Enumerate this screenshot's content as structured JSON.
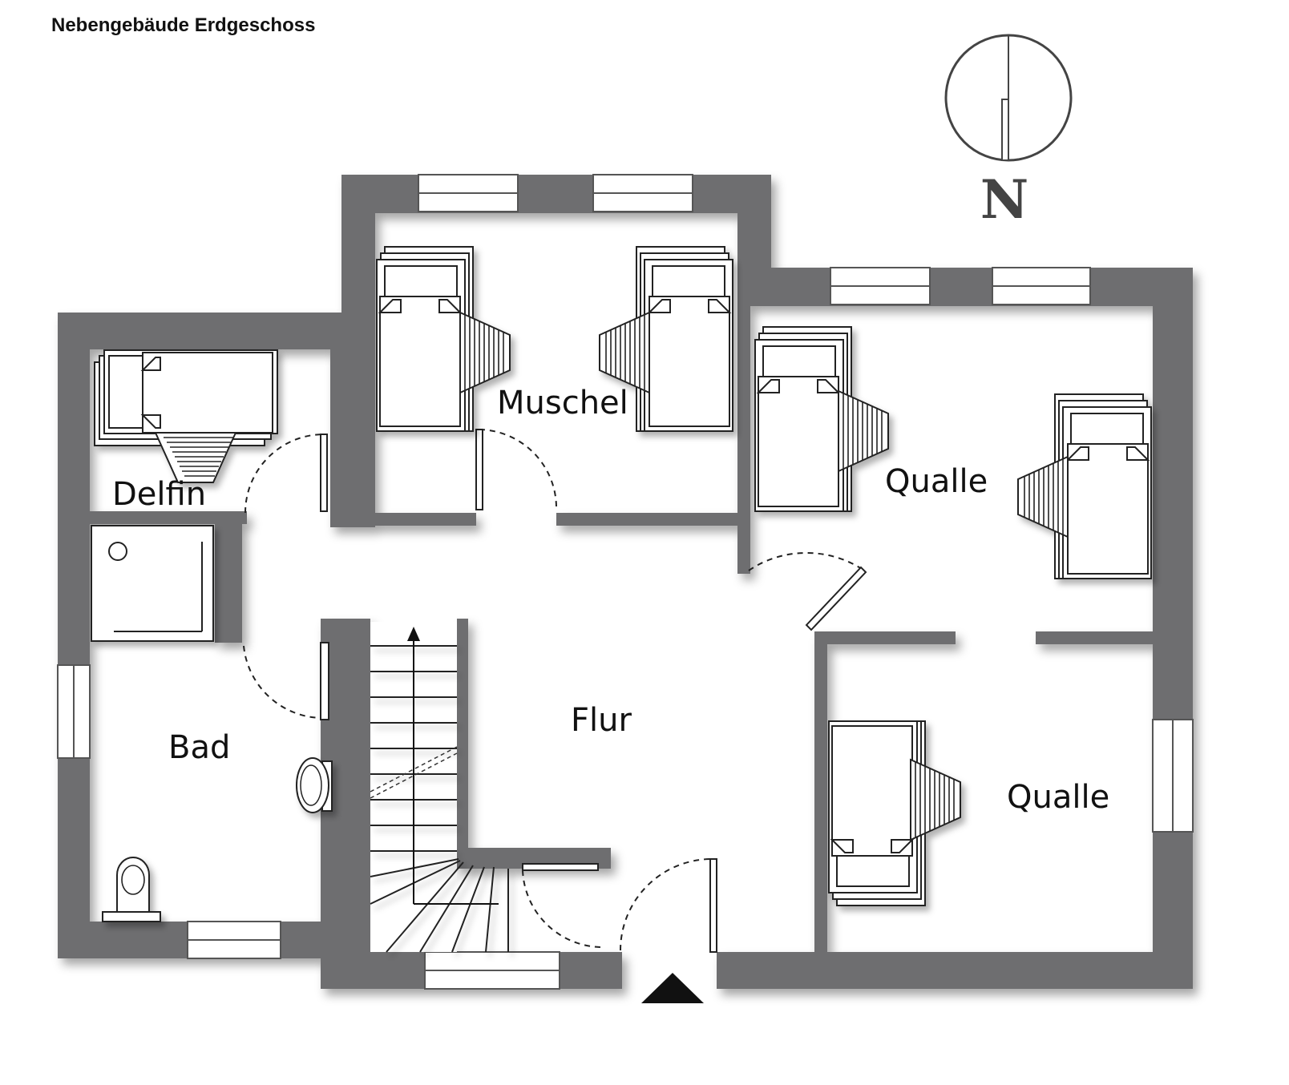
{
  "title": "Nebengebäude Erdgeschoss",
  "compass": {
    "letter": "N"
  },
  "rooms": {
    "delfin": "Delfin",
    "muschel": "Muschel",
    "qualle_top": "Qualle",
    "qualle_bottom": "Qualle",
    "flur": "Flur",
    "bad": "Bad"
  },
  "colors": {
    "wall": "#6e6e70",
    "text": "#111111"
  },
  "icons": [
    "compass-icon",
    "entrance-arrow-icon",
    "stair-direction-arrow-icon",
    "shower-icon",
    "sink-icon",
    "toilet-icon",
    "bunk-bed-icon"
  ]
}
